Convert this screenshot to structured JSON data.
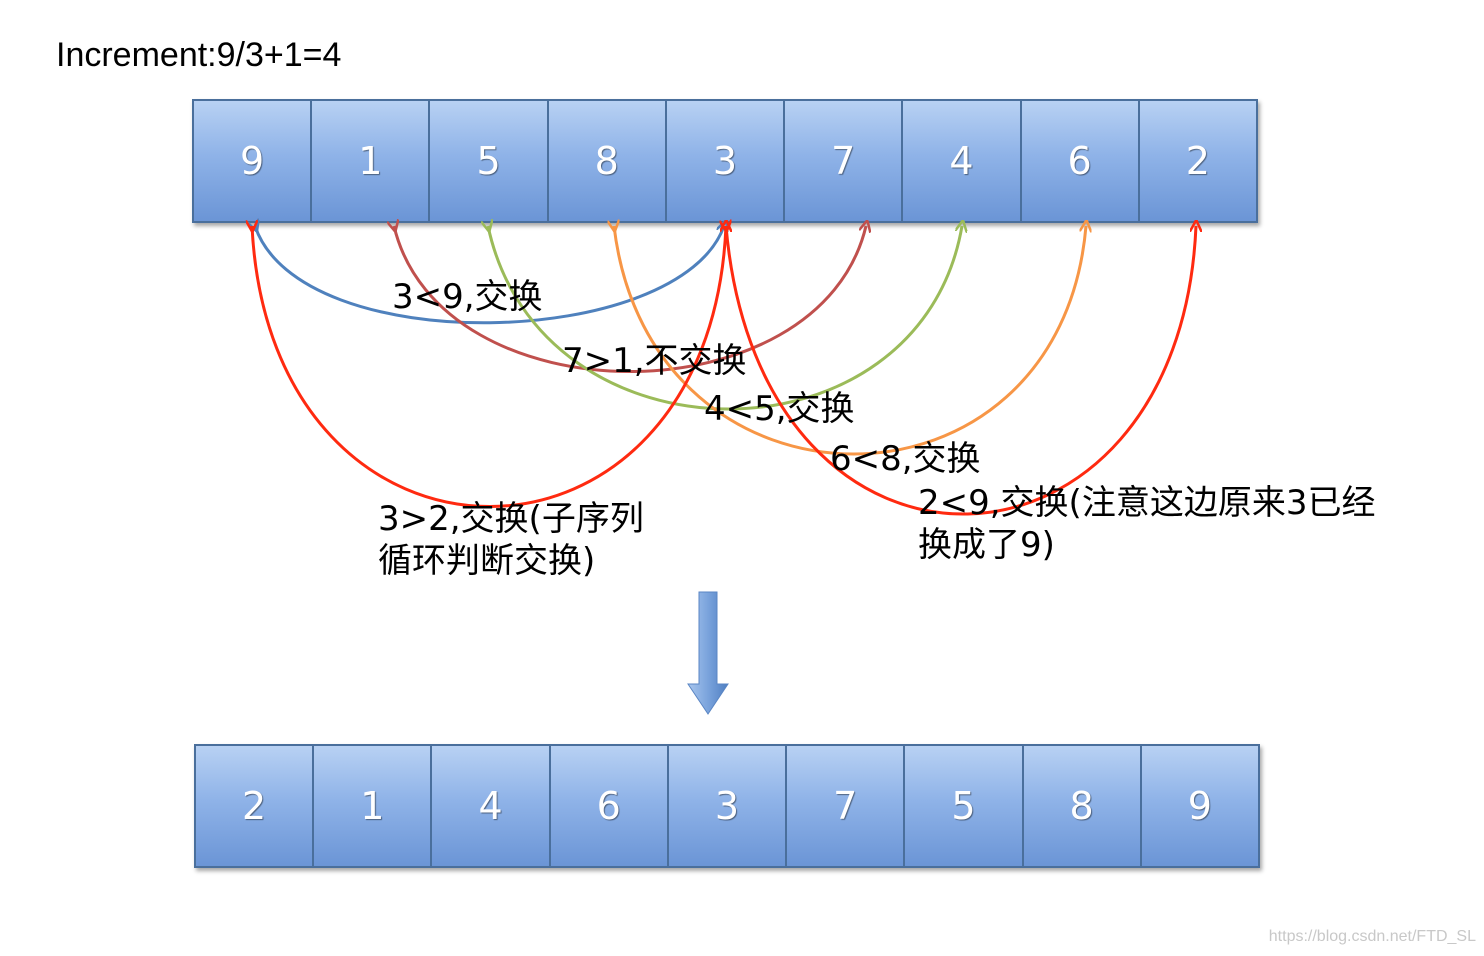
{
  "title": "Increment:9/3+1=4",
  "before": [
    "9",
    "1",
    "5",
    "8",
    "3",
    "7",
    "4",
    "6",
    "2"
  ],
  "after": [
    "2",
    "1",
    "4",
    "6",
    "3",
    "7",
    "5",
    "8",
    "9"
  ],
  "comparisons": [
    {
      "id": "cmp-9-3",
      "text": "3<9,交换",
      "color": "#4f81bd",
      "from": 0,
      "to": 4
    },
    {
      "id": "cmp-1-7",
      "text": "7>1,不交换",
      "color": "#c0504d",
      "from": 1,
      "to": 5
    },
    {
      "id": "cmp-5-4",
      "text": "4<5,交换",
      "color": "#9bbb59",
      "from": 2,
      "to": 6
    },
    {
      "id": "cmp-8-6",
      "text": "6<8,交换",
      "color": "#f79646",
      "from": 3,
      "to": 7
    },
    {
      "id": "cmp-3-2",
      "text": "3>2,交换(子序列循环判断交换)",
      "color": "#ff2a10",
      "from": 0,
      "to": 4
    },
    {
      "id": "cmp-9-2",
      "text": "2<9,交换(注意这边原来3已经换成了9)",
      "color": "#ff2a10",
      "from": 4,
      "to": 8
    }
  ],
  "watermark": "https://blog.csdn.net/FTD_SL"
}
